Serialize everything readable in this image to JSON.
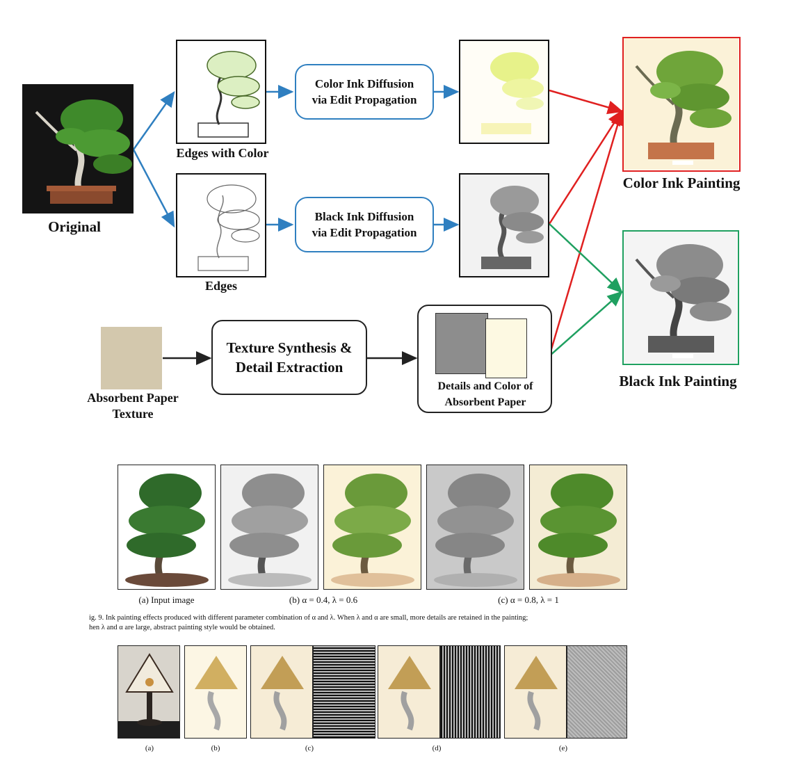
{
  "pipeline": {
    "original_label": "Original",
    "edges_color_label": "Edges with Color",
    "edges_label": "Edges",
    "color_process": "Color Ink Diffusion via Edit Propagation",
    "black_process": "Black Ink Diffusion via Edit Propagation",
    "texture_process": "Texture Synthesis & Detail Extraction",
    "paper_label": "Absorbent Paper Texture",
    "details_label": "Details and Color of Absorbent Paper",
    "color_result_label": "Color Ink Painting",
    "black_result_label": "Black Ink Painting",
    "colors": {
      "blue_arrow": "#2f7fc0",
      "red_arrow": "#e02020",
      "green_arrow": "#1fa060",
      "color_frame": "#e02020",
      "black_frame": "#1fa060"
    }
  },
  "figure9": {
    "captions": [
      "(a) Input image",
      "(b) α = 0.4, λ = 0.6",
      "(c) α = 0.8, λ = 1"
    ],
    "caption_line1": "ig. 9.   Ink painting effects produced with different parameter combination of α and λ. When λ and α are small, more details are retained in the painting;",
    "caption_line2": "hen λ and α are large, abstract painting style would be obtained."
  },
  "figure10": {
    "captions": [
      "(a)",
      "(b)",
      "(c)",
      "(d)",
      "(e)"
    ]
  }
}
